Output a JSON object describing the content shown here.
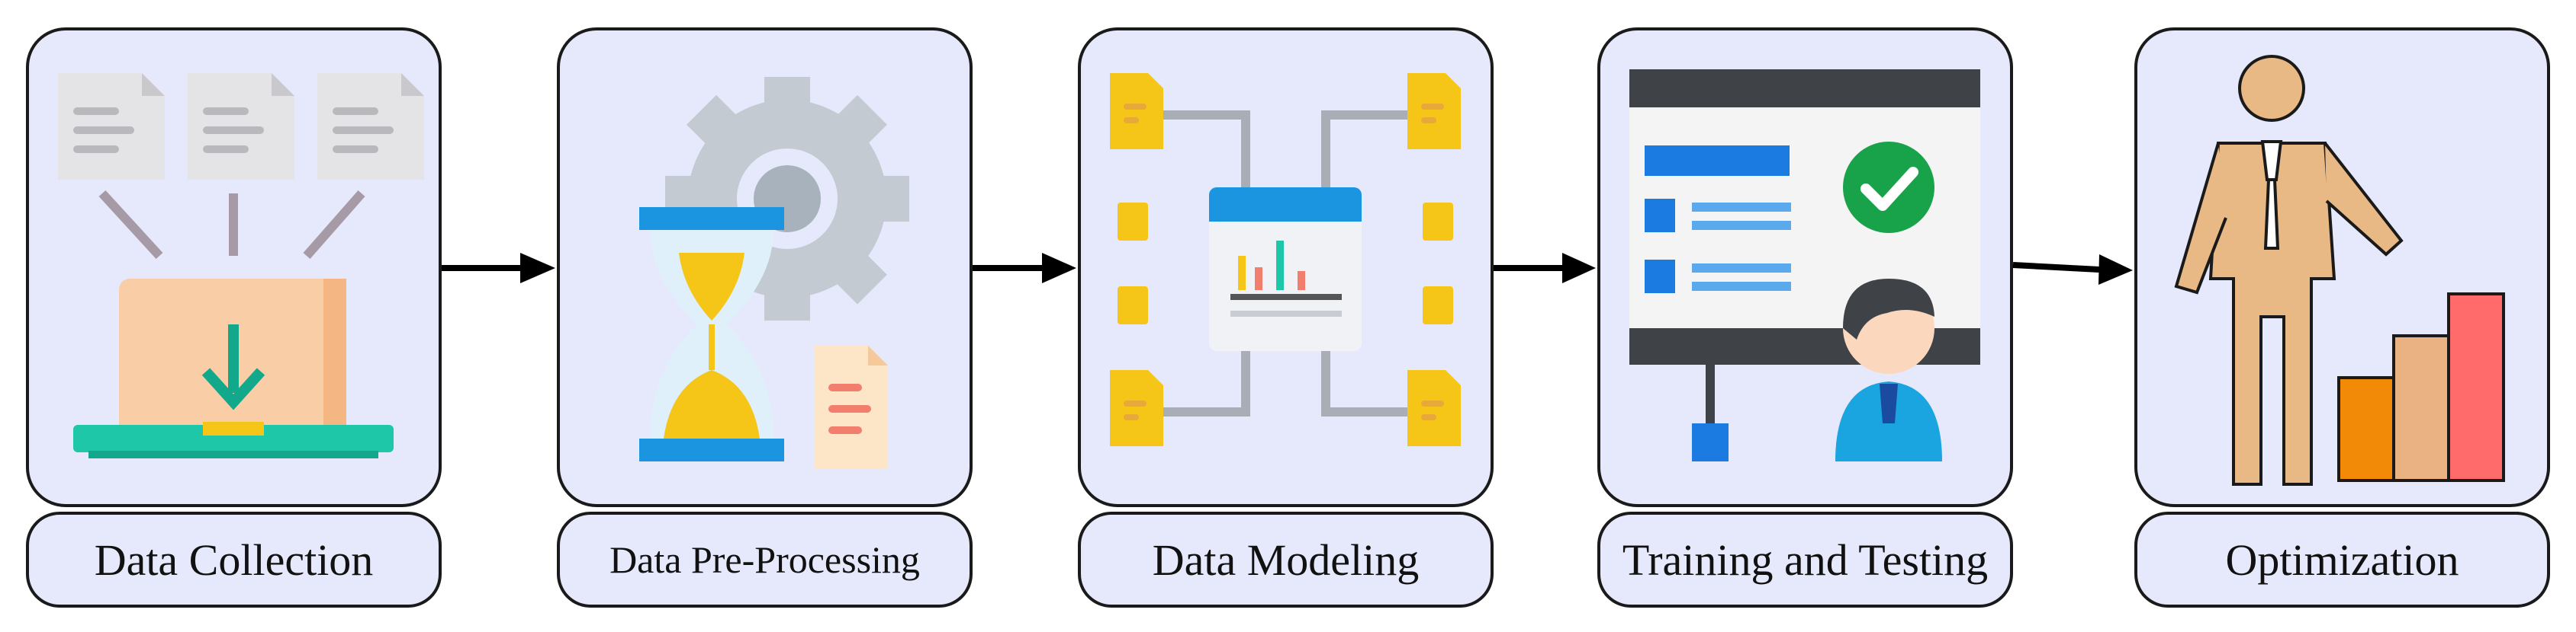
{
  "steps": [
    {
      "label": "Data Collection",
      "icon": "data-collection-icon"
    },
    {
      "label": "Data Pre-Processing",
      "icon": "data-preprocessing-icon"
    },
    {
      "label": "Data Modeling",
      "icon": "data-modeling-icon"
    },
    {
      "label": "Training and Testing",
      "icon": "training-testing-icon"
    },
    {
      "label": "Optimization",
      "icon": "optimization-icon"
    }
  ],
  "colors": {
    "card_fill": "#e6e9fb",
    "border": "#1a1a1a",
    "arrow": "#000000"
  }
}
